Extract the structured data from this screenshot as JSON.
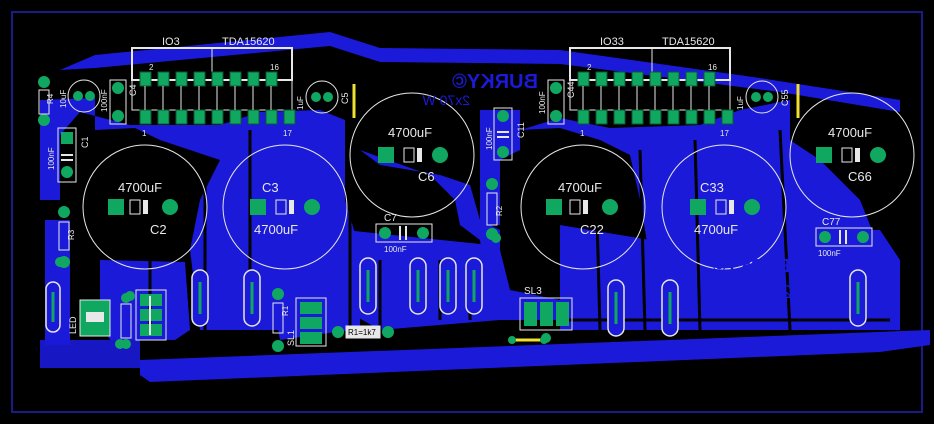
{
  "labels": {
    "ic1_name": "IO3",
    "ic1_part": "TDA15620",
    "ic2_name": "IO33",
    "ic2_part": "TDA15620",
    "pin2": "2",
    "pin16": "16",
    "pin1": "1",
    "pin17": "17",
    "cap_4700": "4700uF",
    "c2": "C2",
    "c3": "C3",
    "c6": "C6",
    "c22": "C22",
    "c33": "C33",
    "c66": "C66",
    "c7": "C7",
    "c77": "C77",
    "c11": "C11",
    "c1": "C1",
    "c4": "C4",
    "c44": "C44",
    "c5": "C5",
    "c55": "C55",
    "cap_100nf": "100nF",
    "cap_10uf": "10uF",
    "cap_1uf": "1uF",
    "r4": "R4",
    "r3": "R3",
    "r2": "R2",
    "r1": "R1",
    "r1k": "R1=1k7",
    "led": "LED",
    "sl1": "SL1",
    "sl3": "SL3",
    "brand": "BURKY©",
    "power": "2x70 W"
  },
  "colors": {
    "background": "#000000",
    "board_outline": "#1a1a8a",
    "copper": "#1a1ad8",
    "copper_dark": "#0e0e9e",
    "pad": "#10a860",
    "silkscreen": "#e8e8e8",
    "bridge": "#f0e030"
  }
}
